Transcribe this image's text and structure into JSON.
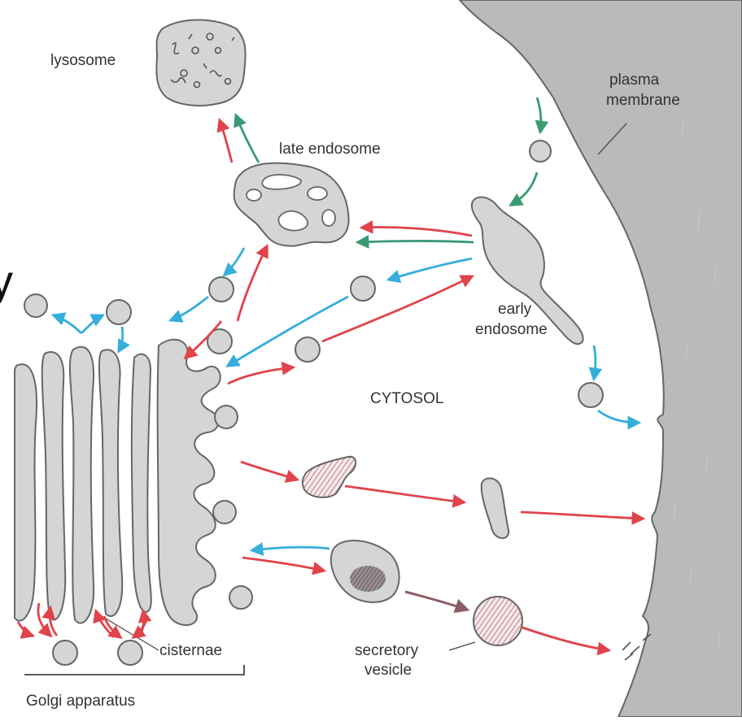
{
  "labels": {
    "lysosome": "lysosome",
    "plasma_membrane_line1": "plasma",
    "plasma_membrane_line2": "membrane",
    "late_endosome": "late endosome",
    "early_endosome_line1": "early",
    "early_endosome_line2": "endosome",
    "cytosol": "CYTOSOL",
    "cisternae": "cisternae",
    "secretory_vesicle_line1": "secretory",
    "secretory_vesicle_line2": "vesicle",
    "golgi_apparatus": "Golgi apparatus",
    "cut_off_glyph": "y"
  },
  "colors": {
    "organelle_fill": "#d4d6d6",
    "organelle_stroke": "#666666",
    "membrane_fill": "#b9baba",
    "arrow_red": "#e0434a",
    "arrow_green": "#3a9a72",
    "arrow_cyan": "#35aedb",
    "arrow_brown": "#8a5d62",
    "label_text": "#333333"
  }
}
